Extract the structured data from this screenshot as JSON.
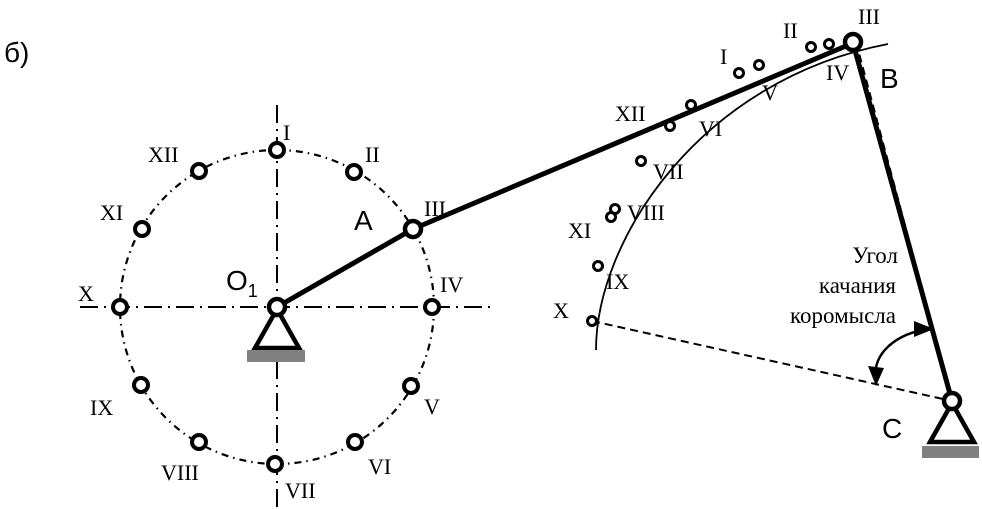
{
  "figure": {
    "panel_label": "б)",
    "colors": {
      "ink": "#000000",
      "ground": "#808080"
    }
  },
  "crank": {
    "pivot_label": "O",
    "pivot_subscript": "1",
    "joint_label": "A",
    "positions": [
      "I",
      "II",
      "III",
      "IV",
      "V",
      "VI",
      "VII",
      "VIII",
      "IX",
      "X",
      "XI",
      "XII"
    ]
  },
  "rocker": {
    "joint_label": "B",
    "pivot_label": "C",
    "positions": [
      "I",
      "II",
      "III",
      "IV",
      "V",
      "VI",
      "VII",
      "VIII",
      "IX",
      "X",
      "XI",
      "XII"
    ]
  },
  "annotation": {
    "lines": [
      "Угол",
      "качания",
      "коромысла"
    ]
  }
}
